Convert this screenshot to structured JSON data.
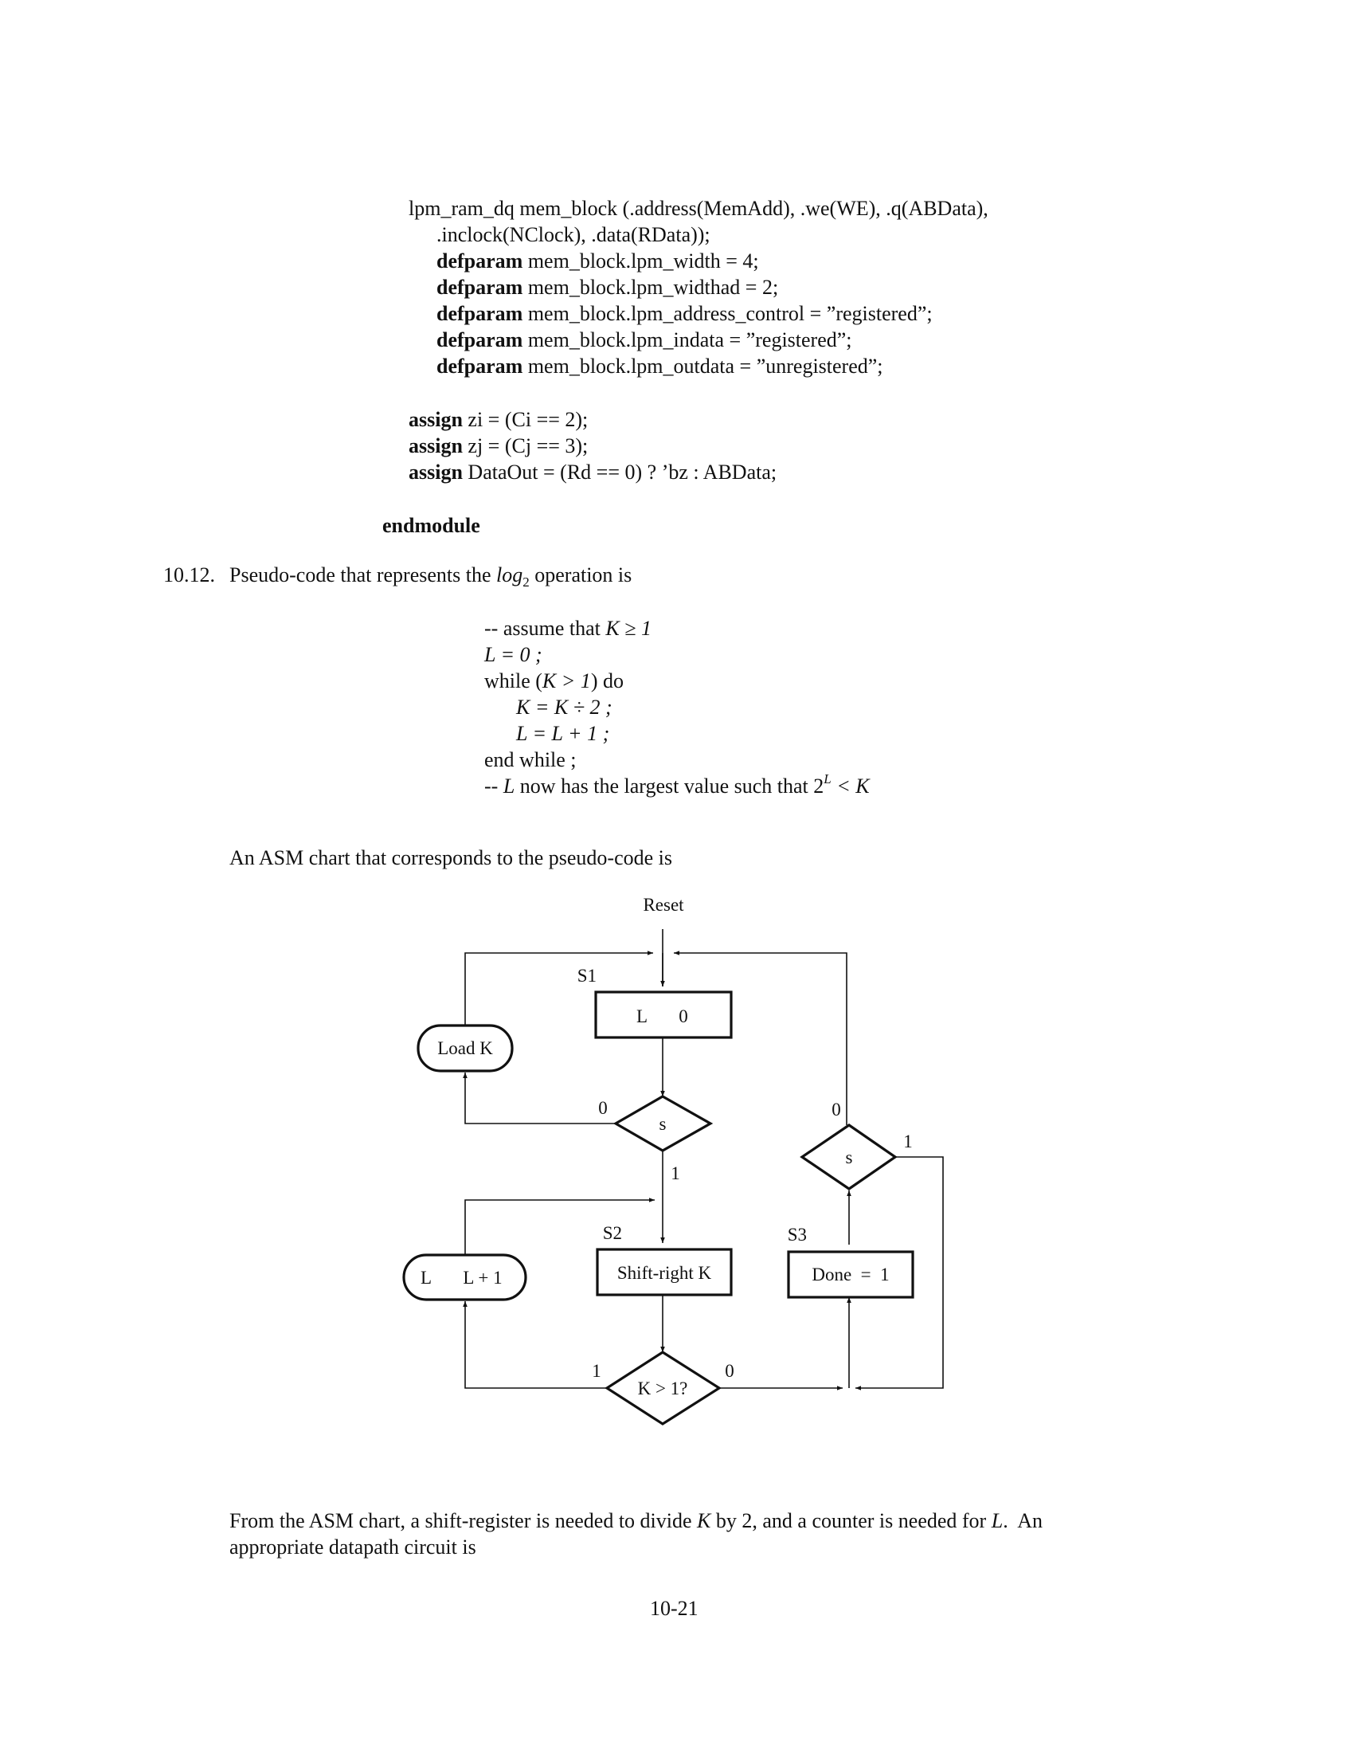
{
  "code": {
    "line1": "lpm_ram_dq mem_block (.address(MemAdd), .we(WE), .q(ABData),",
    "line2": ".inclock(NClock), .data(RData));",
    "defparam_keyword": "defparam",
    "defparams": [
      "mem_block.lpm_width = 4;",
      "mem_block.lpm_widthad = 2;",
      "mem_block.lpm_address_control = ”registered”;",
      "mem_block.lpm_indata = ”registered”;",
      "mem_block.lpm_outdata = ”unregistered”;"
    ],
    "assign_keyword": "assign",
    "assigns": [
      "zi = (Ci == 2);",
      "zj = (Cj == 3);",
      "DataOut = (Rd == 0) ? ’bz : ABData;"
    ],
    "endmodule": "endmodule"
  },
  "problem": {
    "number": "10.12.",
    "intro_pre": "Pseudo-code that represents the ",
    "intro_op": "log",
    "intro_sub": "2",
    "intro_post": " operation is"
  },
  "pseudocode": {
    "c1_pre": "-- assume that ",
    "c1_math": "K ≥ 1",
    "l2": "L = 0 ;",
    "w_pre": "while (",
    "w_math": "K > 1",
    "w_post": ") do",
    "l4": "K = K ÷ 2 ;",
    "l5": "L = L + 1 ;",
    "l6": "end while ;",
    "c2_pre": "-- ",
    "c2_L": "L",
    "c2_mid": " now has the largest value such that 2",
    "c2_sup": "L",
    "c2_post": " < K"
  },
  "asm_intro": "An ASM chart that corresponds to the pseudo-code is",
  "asm": {
    "reset": "Reset",
    "s1": "S1",
    "s1_box_left": "L",
    "s1_box_right": "0",
    "load_k": "Load K",
    "s_diamond_1": "s",
    "s1_zero": "0",
    "s1_one": "1",
    "s2": "S2",
    "s2_box": "Shift-right K",
    "l_inc_left": "L",
    "l_inc_right": "L + 1",
    "k_diamond": "K > 1?",
    "k_one": "1",
    "k_zero": "0",
    "s3": "S3",
    "done_box": "Done  =  1",
    "s_diamond_2": "s",
    "s3_zero": "0",
    "s3_one": "1"
  },
  "footer_text": {
    "pre": "From the ASM chart, a shift-register is needed to divide ",
    "K": "K",
    "mid": " by 2, and a counter is needed for ",
    "L": "L",
    "post": ".  An",
    "line2": "appropriate datapath circuit is"
  },
  "page_number": "10-21"
}
